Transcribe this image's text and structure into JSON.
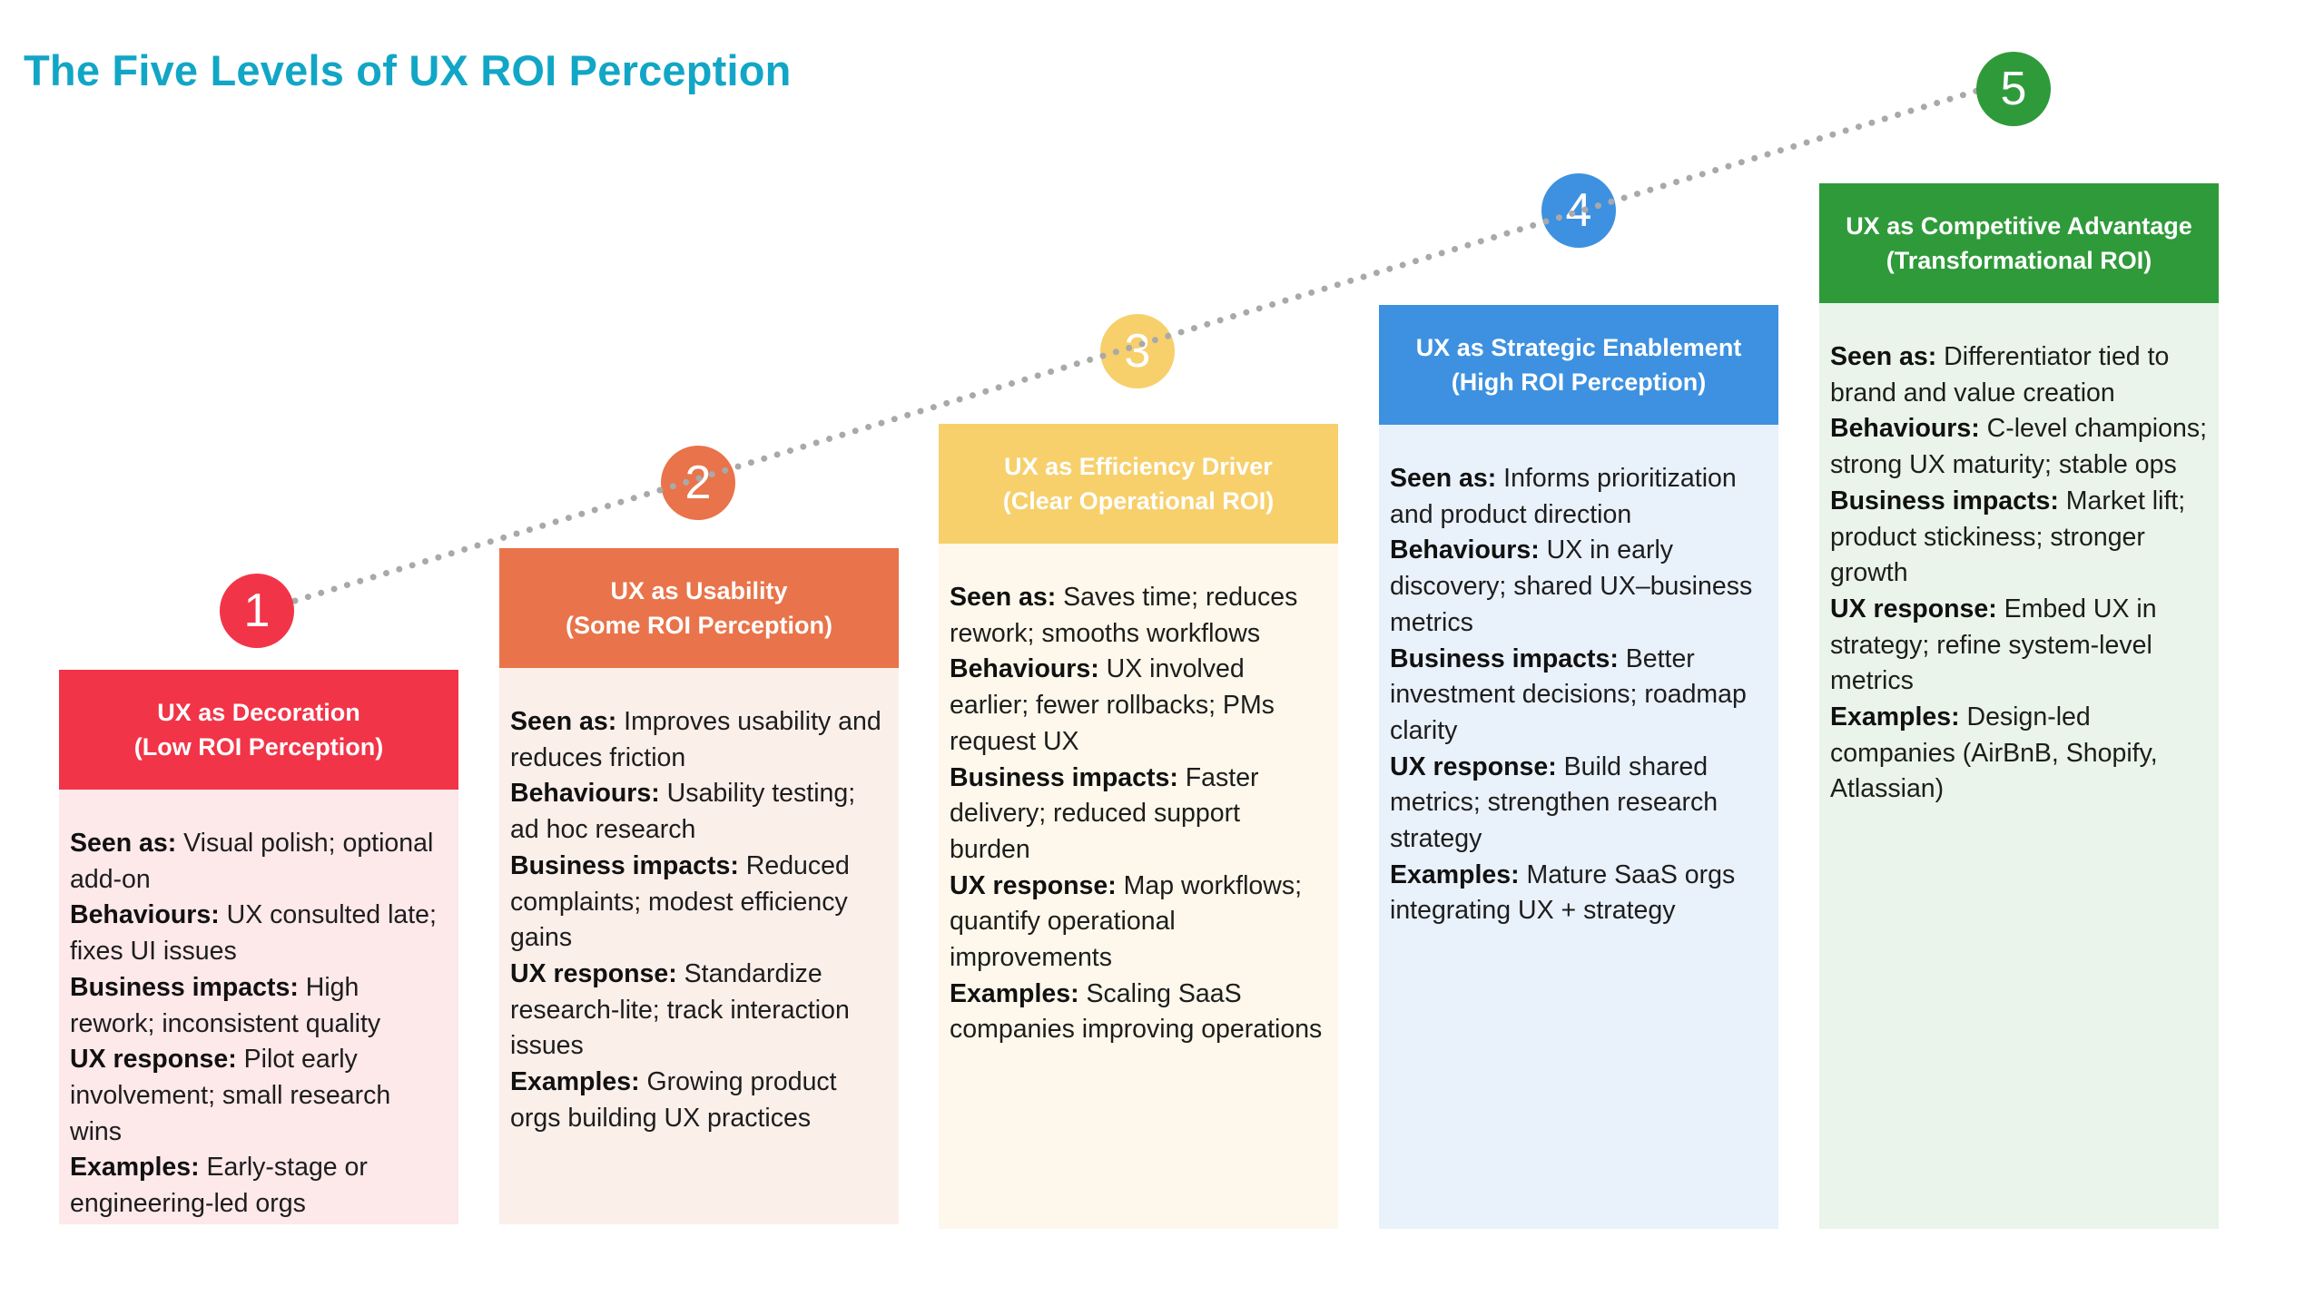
{
  "title": "The Five Levels of UX ROI Perception",
  "levels": [
    {
      "number": "1",
      "title": "UX as Decoration",
      "subtitle": "(Low ROI Perception)",
      "color": "#f23448",
      "tint": "#fde8ea",
      "items": [
        {
          "label": "Seen as:",
          "text": " Visual polish; optional add-on"
        },
        {
          "label": "Behaviours:",
          "text": " UX consulted late; fixes UI issues"
        },
        {
          "label": "Business impacts:",
          "text": " High rework; inconsistent quality"
        },
        {
          "label": "UX response:",
          "text": " Pilot early involvement; small research wins"
        },
        {
          "label": "Examples:",
          "text": " Early-stage or engineering-led orgs"
        }
      ]
    },
    {
      "number": "2",
      "title": "UX as Usability",
      "subtitle": "(Some ROI Perception)",
      "color": "#e9734a",
      "tint": "#fbefea",
      "items": [
        {
          "label": "Seen as:",
          "text": " Improves usability and reduces friction"
        },
        {
          "label": "Behaviours:",
          "text": " Usability testing; ad hoc research"
        },
        {
          "label": "Business impacts:",
          "text": " Reduced complaints; modest efficiency gains"
        },
        {
          "label": "UX response:",
          "text": " Standardize research-lite; track interaction issues"
        },
        {
          "label": "Examples:",
          "text": " Growing product orgs building UX practices"
        }
      ]
    },
    {
      "number": "3",
      "title": "UX as Efficiency Driver",
      "subtitle": "(Clear Operational ROI)",
      "color": "#f7d06c",
      "tint": "#fdf8eb",
      "items": [
        {
          "label": "Seen as:",
          "text": " Saves time; reduces rework; smooths workflows"
        },
        {
          "label": "Behaviours:",
          "text": " UX involved earlier; fewer rollbacks; PMs request UX"
        },
        {
          "label": "Business impacts:",
          "text": " Faster delivery; reduced support burden"
        },
        {
          "label": "UX response:",
          "text": " Map workflows; quantify operational improvements"
        },
        {
          "label": "Examples:",
          "text": " Scaling SaaS companies improving operations"
        }
      ]
    },
    {
      "number": "4",
      "title": "UX as Strategic Enablement",
      "subtitle": "(High ROI Perception)",
      "color": "#3d91e0",
      "tint": "#e9f1fb",
      "items": [
        {
          "label": "Seen as:",
          "text": " Informs prioritization and product direction"
        },
        {
          "label": "Behaviours:",
          "text": " UX in early discovery; shared UX–business metrics"
        },
        {
          "label": "Business impacts:",
          "text": " Better investment decisions; roadmap clarity"
        },
        {
          "label": "UX response:",
          "text": " Build shared metrics; strengthen research strategy"
        },
        {
          "label": "Examples:",
          "text": " Mature SaaS orgs integrating UX + strategy"
        }
      ]
    },
    {
      "number": "5",
      "title": "UX as Competitive Advantage",
      "subtitle": "(Transformational ROI)",
      "color": "#2f9a3a",
      "tint": "#eaf4ea",
      "items": [
        {
          "label": "Seen as:",
          "text": " Differentiator tied to brand and value creation"
        },
        {
          "label": "Behaviours:",
          "text": " C-level champions; strong UX maturity; stable ops"
        },
        {
          "label": "Business impacts:",
          "text": " Market lift; product stickiness; stronger growth"
        },
        {
          "label": "UX response:",
          "text": " Embed UX in strategy; refine system-level metrics"
        },
        {
          "label": "Examples:",
          "text": " Design-led companies (AirBnB, Shopify, Atlassian)"
        }
      ]
    }
  ]
}
